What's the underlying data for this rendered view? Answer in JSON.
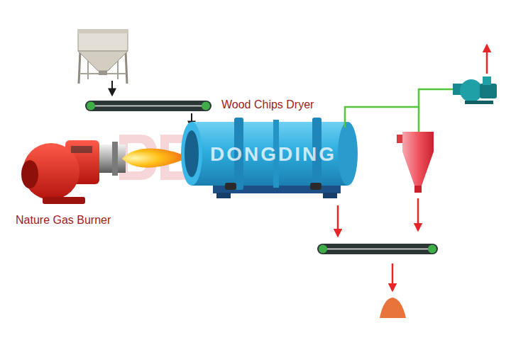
{
  "diagram": {
    "nodes": [
      {
        "text": [
          "Wood Chips Dryer"
        ]
      },
      {
        "text": [
          "Nature Gas Burner"
        ]
      }
    ],
    "labels": [
      "DONGDING"
    ]
  }
}
